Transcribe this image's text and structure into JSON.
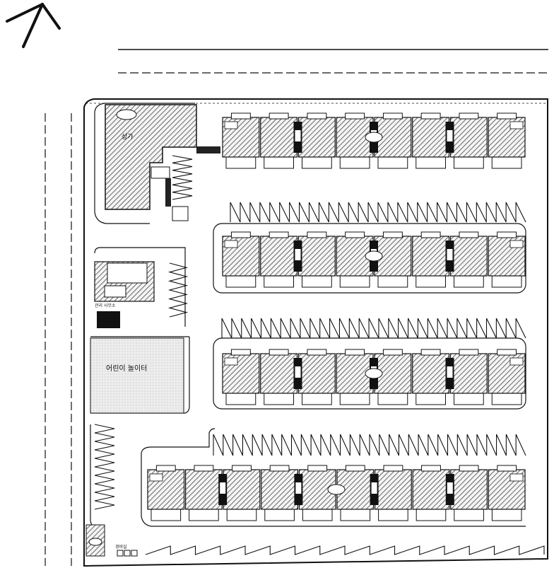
{
  "plan": {
    "north_arrow": {
      "icon": "north-arrow-icon"
    },
    "labels": {
      "commercial": "상가",
      "playground": "어린이 놀이터",
      "management": "관리 사무소",
      "guard": "경비실"
    },
    "buildings": [
      {
        "rows": 1,
        "units": 8
      },
      {
        "rows": 2,
        "units": 8
      },
      {
        "rows": 3,
        "units": 8
      },
      {
        "rows": 4,
        "units": 10
      }
    ],
    "colors": {
      "ink": "#111111",
      "hatch": "#555555",
      "playground_fill": "#e6e6e6"
    }
  }
}
